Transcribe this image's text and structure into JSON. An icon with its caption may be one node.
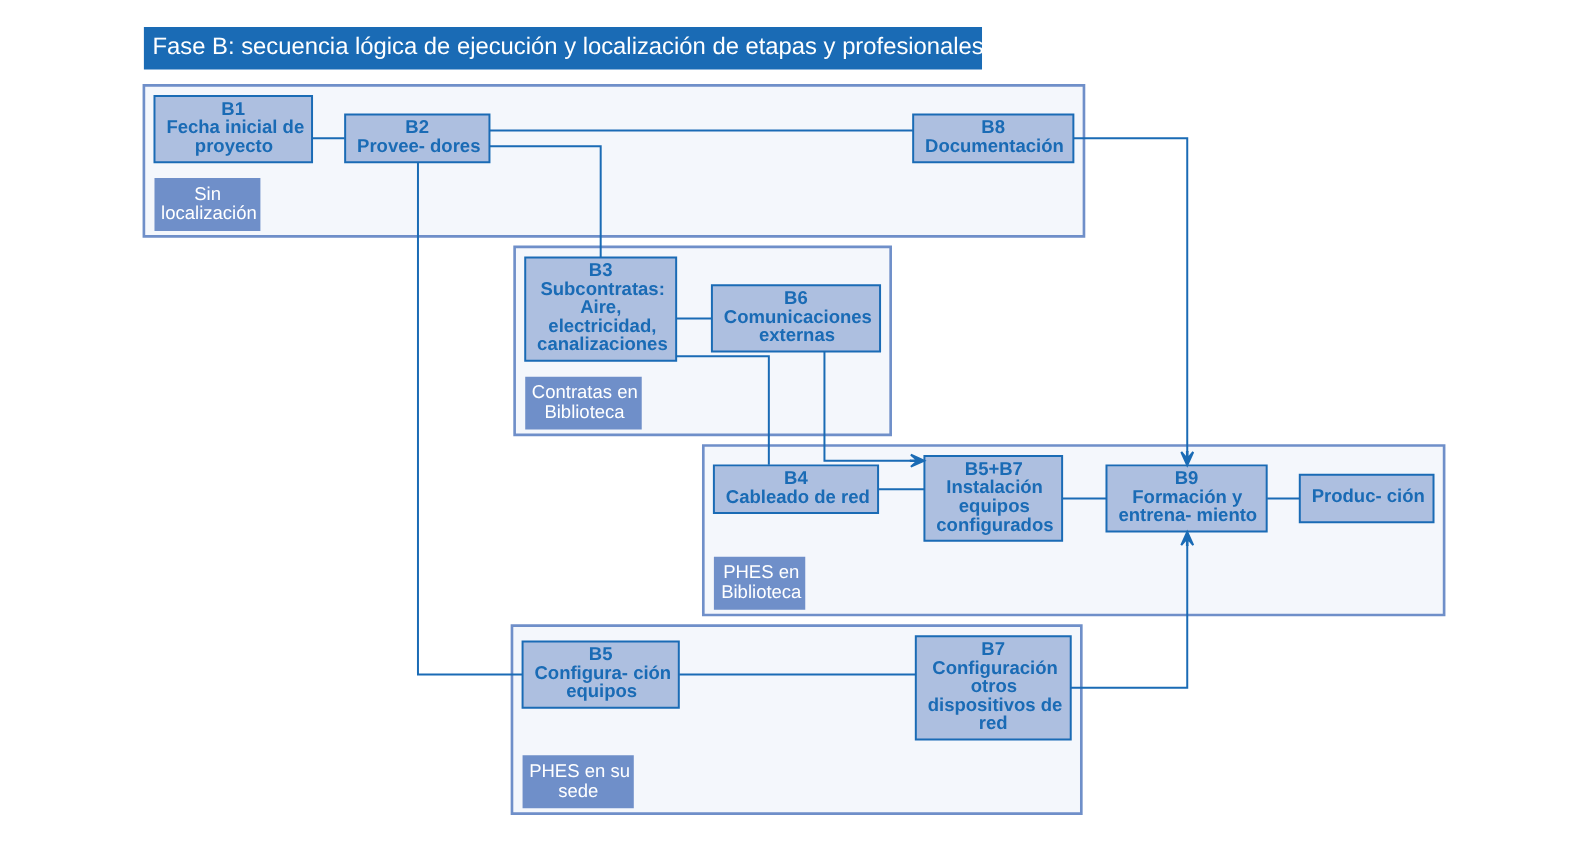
{
  "diagram": {
    "title": "Fase B: secuencia lógica de ejecución y localización de etapas y profesionales",
    "nodes": [
      {
        "text": [
          "Sin localización"
        ]
      },
      {
        "text": [
          "B1",
          "Fecha inicial de proyecto"
        ],
        "in": 0
      },
      {
        "text": [
          "B2",
          "Provee- dores"
        ],
        "in": 0
      },
      {
        "text": [
          "B8",
          "Documentación"
        ],
        "in": 0
      },
      {
        "text": [
          "Contratas en Biblioteca"
        ]
      },
      {
        "text": [
          "B3",
          "Subcontratas: Aire, electricidad, canalizaciones"
        ],
        "in": 4
      },
      {
        "text": [
          "B6",
          "Comunicaciones externas"
        ],
        "in": 4
      },
      {
        "text": [
          "PHES en Biblioteca"
        ]
      },
      {
        "text": [
          "B4",
          "Cableado de red"
        ],
        "in": 7
      },
      {
        "text": [
          "B5+B7",
          "Instalación equipos configurados"
        ],
        "in": 7
      },
      {
        "text": [
          "B9",
          "Formación y entrena- miento"
        ],
        "in": 7
      },
      {
        "text": [
          "Produc- ción"
        ],
        "in": 7
      },
      {
        "text": [
          "PHES en su sede"
        ]
      },
      {
        "text": [
          "B5",
          "Configura- ción equipos"
        ],
        "in": 12
      },
      {
        "text": [
          "B7",
          "Configuración otros dispositivos de red"
        ],
        "in": 12
      }
    ],
    "edges": [
      {
        "from": 1,
        "to": 2,
        "arrow": "none"
      },
      {
        "from": 2,
        "to": 3,
        "arrow": "none"
      },
      {
        "from": 2,
        "to": 5,
        "arrow": "none"
      },
      {
        "from": 2,
        "to": 13,
        "arrow": "none"
      },
      {
        "from": 5,
        "to": 6,
        "arrow": "none"
      },
      {
        "from": 5,
        "to": 8,
        "arrow": "none"
      },
      {
        "from": 6,
        "to": 9,
        "arrow": "to"
      },
      {
        "from": 3,
        "to": 10,
        "arrow": "to"
      },
      {
        "from": 8,
        "to": 9,
        "arrow": "none"
      },
      {
        "from": 9,
        "to": 10,
        "arrow": "none"
      },
      {
        "from": 10,
        "to": 11,
        "arrow": "none"
      },
      {
        "from": 13,
        "to": 14,
        "arrow": "none"
      },
      {
        "from": 14,
        "to": 10,
        "arrow": "to"
      }
    ]
  }
}
